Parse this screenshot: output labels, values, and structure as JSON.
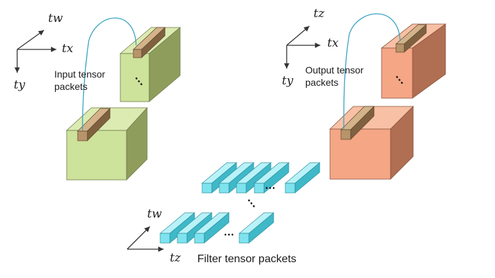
{
  "axes": {
    "input": {
      "top": "tw",
      "right": "tx",
      "down": "ty"
    },
    "output": {
      "top": "tz",
      "right": "tx",
      "down": "ty"
    },
    "filter": {
      "top": "tw",
      "right": "tz"
    }
  },
  "labels": {
    "input_line1": "Input tensor",
    "input_line2": "packets",
    "output_line1": "Output tensor",
    "output_line2": "packets",
    "filter_caption": "Filter tensor packets",
    "ellipsis": "…",
    "vdots": "⋮"
  },
  "colors": {
    "input_face": "#cde29a",
    "input_top": "#dcebb2",
    "input_side": "#8f9d5c",
    "output_face": "#f4a685",
    "output_top": "#f8c0a4",
    "output_side": "#b06e52",
    "packet_face": "#b8946a",
    "packet_top": "#d4b38a",
    "packet_side": "#7f6140",
    "filter_face": "#7fe3ef",
    "filter_top": "#b9f2f8",
    "filter_side": "#3fb8c8",
    "arc": "#3aa3c0"
  }
}
